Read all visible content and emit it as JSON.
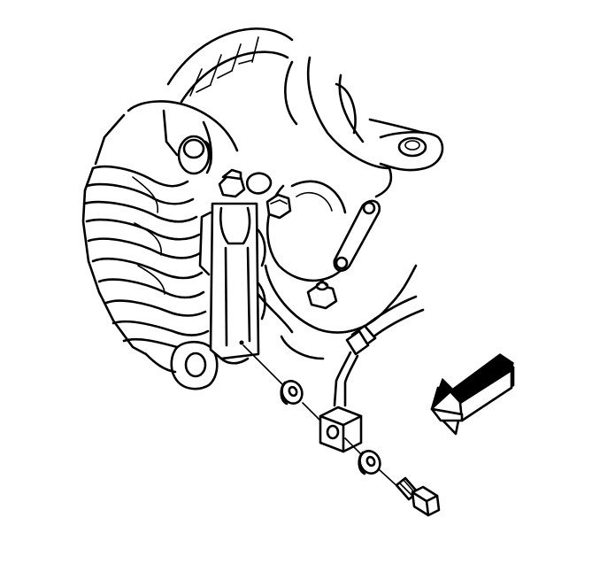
{
  "diagram": {
    "background": "#ffffff",
    "ink": "#000000",
    "parts": [
      "rotor",
      "brake-caliper",
      "steering-knuckle",
      "caliper-mounting-bolt",
      "tie-rod-link",
      "brake-hose",
      "brake-hose-fitting",
      "copper-washer-inner",
      "copper-washer-outer",
      "brake-hose-bolt",
      "direction-arrow"
    ]
  }
}
